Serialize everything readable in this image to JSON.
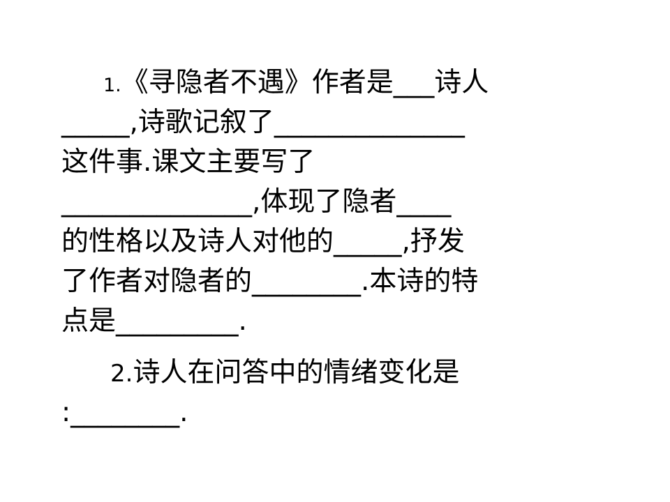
{
  "question1": {
    "number": "1.",
    "lines": [
      "《寻隐者不遇》作者是___诗人",
      "_____,诗歌记叙了______________",
      "这件事.课文主要写了",
      "______________,体现了隐者____",
      "的性格以及诗人对他的_____,抒发",
      "了作者对隐者的________.本诗的特",
      "点是_________."
    ]
  },
  "question2": {
    "number": "2.",
    "lines": [
      "诗人在问答中的情绪变化是",
      ":________."
    ]
  }
}
